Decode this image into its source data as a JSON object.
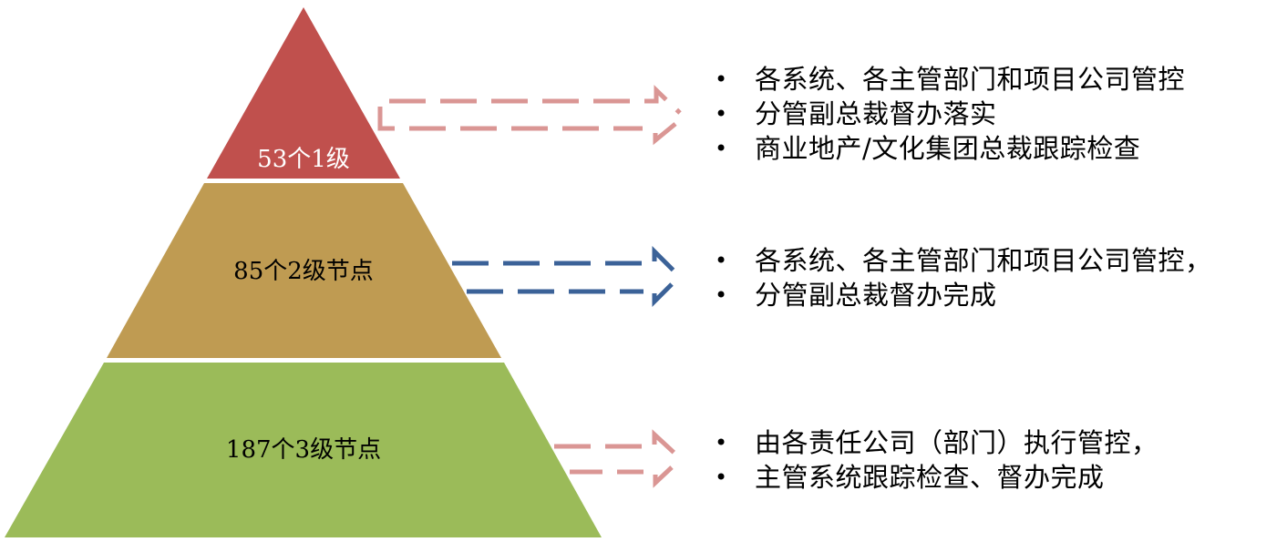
{
  "colors": {
    "tier1": "#C0504D",
    "tier2": "#BF9B52",
    "tier3": "#9BBB59",
    "arrow_pink": "#DA9694",
    "arrow_blue": "#3B6298",
    "tier1_text": "#FFFFFF",
    "tier2_text": "#000000",
    "tier3_text": "#000000"
  },
  "tiers": [
    {
      "label": "53个1级",
      "arrow_style": "pink",
      "bullets": [
        "各系统、各主管部门和项目公司管控",
        "分管副总裁督办落实",
        "商业地产/文化集团总裁跟踪检查"
      ]
    },
    {
      "label": "85个2级节点",
      "arrow_style": "blue",
      "bullets": [
        "各系统、各主管部门和项目公司管控，",
        "分管副总裁督办完成"
      ]
    },
    {
      "label": "187个3级节点",
      "arrow_style": "pink",
      "bullets": [
        "由各责任公司（部门）执行管控，",
        "主管系统跟踪检查、督办完成"
      ]
    }
  ],
  "bullet_char": "•"
}
